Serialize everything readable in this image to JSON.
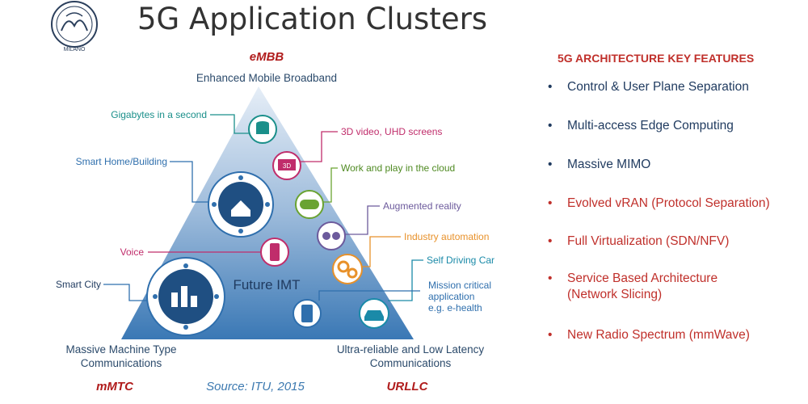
{
  "title": "5G Application Clusters",
  "seal_text": "MILANO",
  "corners": {
    "embb": "eMBB",
    "mmtc": "mMTC",
    "urllc": "URLLC"
  },
  "triangle_labels": {
    "top": "Enhanced Mobile Broadband",
    "left": [
      "Massive Machine Type",
      "Communications"
    ],
    "right": [
      "Ultra-reliable and Low Latency",
      "Communications"
    ],
    "center": "Future IMT"
  },
  "callouts": {
    "gigabytes": "Gigabytes in a second",
    "smarthome": "Smart Home/Building",
    "voice": "Voice",
    "smartcity": "Smart City",
    "video": "3D video, UHD screens",
    "work": "Work and play in the cloud",
    "ar": "Augmented reality",
    "industry": "Industry automation",
    "car": "Self Driving Car",
    "mission": [
      "Mission critical",
      "application",
      "e.g. e-health"
    ]
  },
  "source": "Source: ITU, 2015",
  "features_title": "5G ARCHITECTURE KEY FEATURES",
  "features": [
    {
      "text": "Control & User Plane Separation",
      "color": "#1f3a5f"
    },
    {
      "text": "Multi-access Edge Computing",
      "color": "#1f3a5f"
    },
    {
      "text": "Massive MIMO",
      "color": "#1f3a5f"
    },
    {
      "text": "Evolved vRAN (Protocol Separation)",
      "color": "#c0302b"
    },
    {
      "text": "Full Virtualization (SDN/NFV)",
      "color": "#c0302b"
    },
    {
      "text": "Service Based Architecture (Network Slicing)",
      "color": "#c0302b"
    },
    {
      "text": "New Radio Spectrum (mmWave)",
      "color": "#c0302b"
    }
  ],
  "colors": {
    "accent_red": "#c0302b",
    "navy": "#1f3a5f",
    "triangle_top": "#dce8f4",
    "triangle_bottom": "#2f6fad"
  }
}
